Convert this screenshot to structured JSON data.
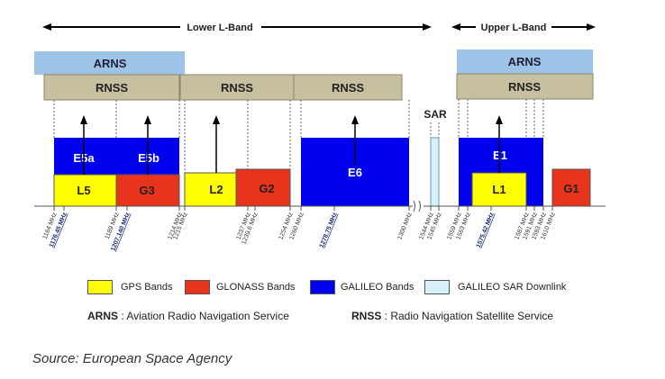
{
  "colors": {
    "arns": "#9dc3e6",
    "rnss": "#c6bfa0",
    "galileo": "#0000ee",
    "gps": "#ffff00",
    "glonass": "#e8341c",
    "sar": "#d6f2f8"
  },
  "bands": {
    "lower": "Lower L-Band",
    "upper": "Upper L-Band"
  },
  "services": {
    "arns": "ARNS",
    "rnss": "RNSS",
    "sar": "SAR"
  },
  "signals": {
    "e5a": "E5a",
    "e5b": "E5b",
    "e6": "E6",
    "e1": "E1",
    "l5": "L5",
    "g3": "G3",
    "l2": "L2",
    "g2": "G2",
    "l1": "L1",
    "g1": "G1"
  },
  "frequencies": [
    {
      "label": "1164 MHz",
      "bold": false
    },
    {
      "label": "1176.45 MHz",
      "bold": true
    },
    {
      "label": "1189 MHz",
      "bold": false
    },
    {
      "label": "1207.140 MHz",
      "bold": true
    },
    {
      "label": "1214 MHz",
      "bold": false
    },
    {
      "label": "1215 MHz",
      "bold": false
    },
    {
      "label": "1237 MHz",
      "bold": false
    },
    {
      "label": "1239.6 MHz",
      "bold": false
    },
    {
      "label": "1254 MHz",
      "bold": false
    },
    {
      "label": "1260 MHz",
      "bold": false
    },
    {
      "label": "1278.75 MHz",
      "bold": true
    },
    {
      "label": "1300 MHz",
      "bold": false
    },
    {
      "label": "1544 MHz",
      "bold": false
    },
    {
      "label": "1545 MHz",
      "bold": false
    },
    {
      "label": "1559 MHz",
      "bold": false
    },
    {
      "label": "1563 MHz",
      "bold": false
    },
    {
      "label": "1575.42 MHz",
      "bold": true
    },
    {
      "label": "1587 MHz",
      "bold": false
    },
    {
      "label": "1591 MHz",
      "bold": false
    },
    {
      "label": "1593 MHz",
      "bold": false
    },
    {
      "label": "1610 MHz",
      "bold": false
    }
  ],
  "legend": {
    "gps": "GPS Bands",
    "glonass": "GLONASS Bands",
    "galileo": "GALILEO Bands",
    "sar": "GALILEO SAR Downlink"
  },
  "definitions": {
    "arns_abbr": "ARNS",
    "arns_text": " : Aviation Radio Navigation Service",
    "rnss_abbr": "RNSS",
    "rnss_text": " : Radio Navigation Satellite Service"
  },
  "source": "Source: European Space Agency"
}
